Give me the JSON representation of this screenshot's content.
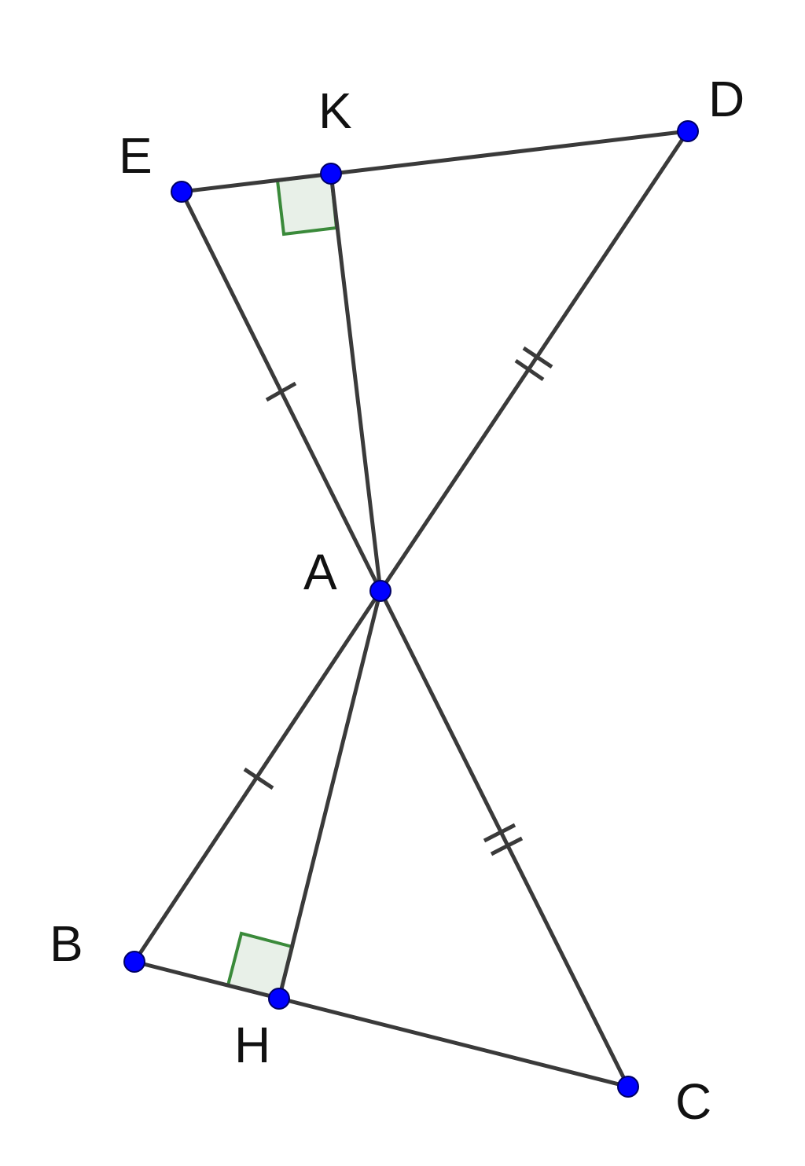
{
  "figure": {
    "points": [
      {
        "id": "E",
        "label": "E"
      },
      {
        "id": "K",
        "label": "K"
      },
      {
        "id": "D",
        "label": "D"
      },
      {
        "id": "A",
        "label": "A"
      },
      {
        "id": "B",
        "label": "B"
      },
      {
        "id": "H",
        "label": "H"
      },
      {
        "id": "C",
        "label": "C"
      }
    ],
    "segments": [
      "ED",
      "EA",
      "KA",
      "DA",
      "BA",
      "HA",
      "CA",
      "BC"
    ],
    "right_angles": [
      "EKA",
      "AHB"
    ],
    "equal_marks": {
      "single_tick": [
        "AE",
        "AB"
      ],
      "double_tick": [
        "AD",
        "AC"
      ]
    },
    "colors": {
      "segment": "#3a3a3a",
      "point_fill": "#0000ff",
      "point_stroke": "#000066",
      "right_angle_stroke": "#3a8a3a",
      "right_angle_fill": "#e8f0e8"
    }
  }
}
